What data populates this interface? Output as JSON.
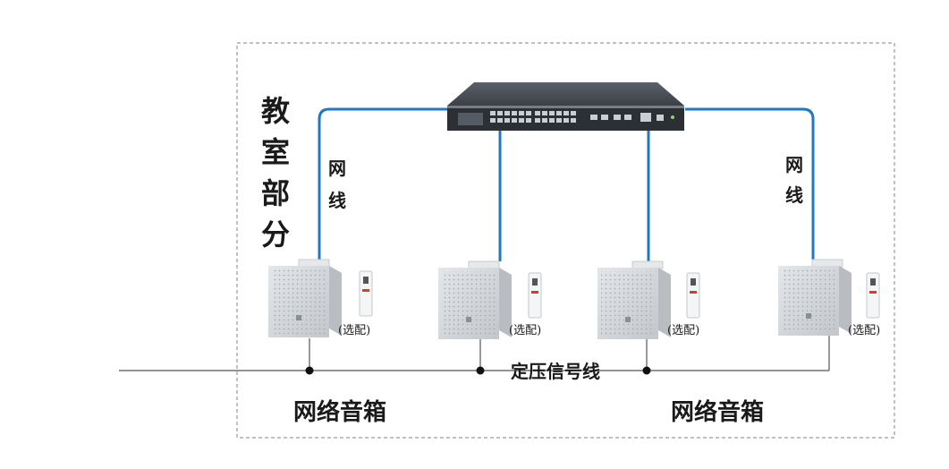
{
  "diagram": {
    "region_label": [
      "教",
      "室",
      "部",
      "分"
    ],
    "cable_label_left": [
      "网",
      "线"
    ],
    "cable_label_right": [
      "网",
      "线"
    ],
    "signal_line_label": "定压信号线",
    "speaker_group_left": "网络音箱",
    "speaker_group_right": "网络音箱",
    "optional_labels": [
      "(选配)",
      "(选配)",
      "(选配)",
      "(选配)"
    ],
    "colors": {
      "network_cable": "#1f78c1",
      "signal_line": "#555555",
      "boundary": "#9a9a9a",
      "switch_body": "#3a3f45",
      "speaker_body": "#cfd3d6"
    }
  }
}
